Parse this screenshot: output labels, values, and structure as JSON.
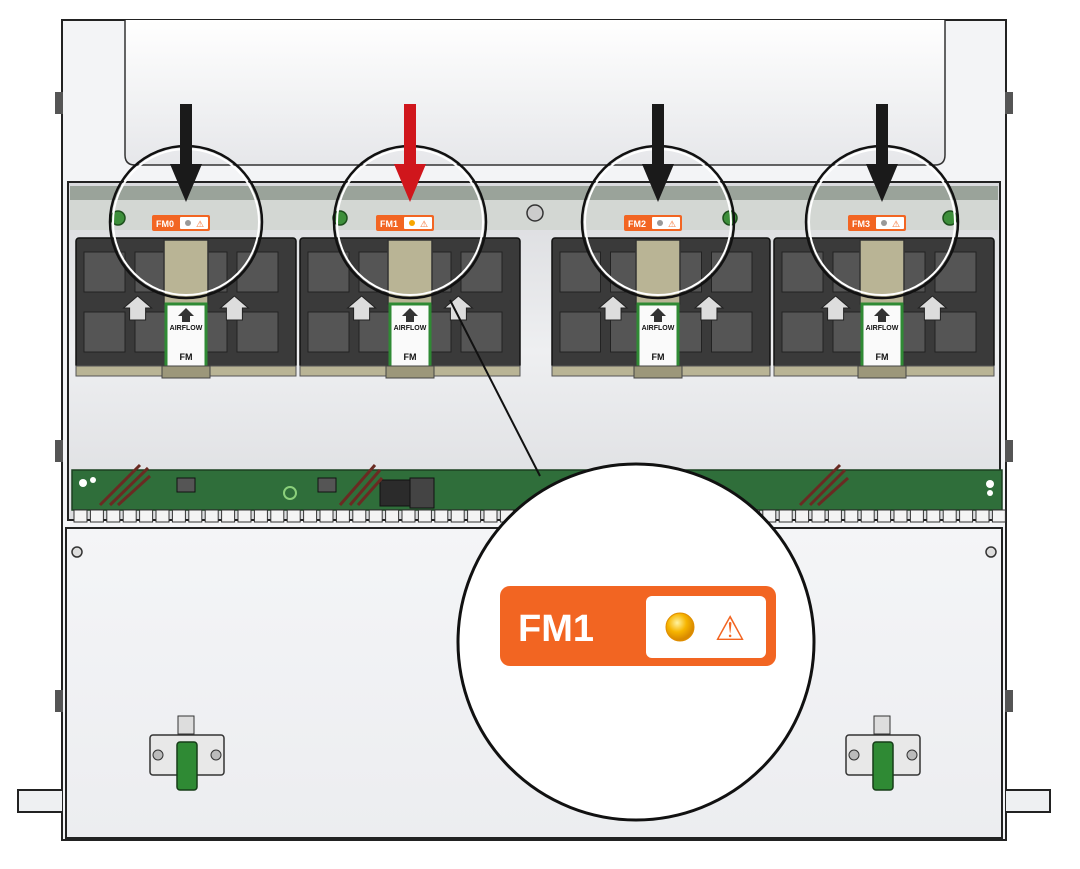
{
  "fan_modules": [
    {
      "id": "fm0",
      "label": "FM0",
      "arrow": "black",
      "badge": "AIRFLOW",
      "tag": "FM"
    },
    {
      "id": "fm1",
      "label": "FM1",
      "arrow": "red",
      "badge": "AIRFLOW",
      "tag": "FM"
    },
    {
      "id": "fm2",
      "label": "FM2",
      "arrow": "black",
      "badge": "AIRFLOW",
      "tag": "FM"
    },
    {
      "id": "fm3",
      "label": "FM3",
      "arrow": "black",
      "badge": "AIRFLOW",
      "tag": "FM"
    }
  ],
  "callout": {
    "label": "FM1",
    "led": "amber",
    "warning": "⚠"
  },
  "colors": {
    "orange": "#f26522",
    "red_arrow": "#d0161c",
    "black_arrow": "#1a1a1a",
    "led_amber": "#f7a600",
    "board_green": "#2f6e3a",
    "fan_dark": "#3a3a3a",
    "fan_tan": "#b9b495"
  }
}
